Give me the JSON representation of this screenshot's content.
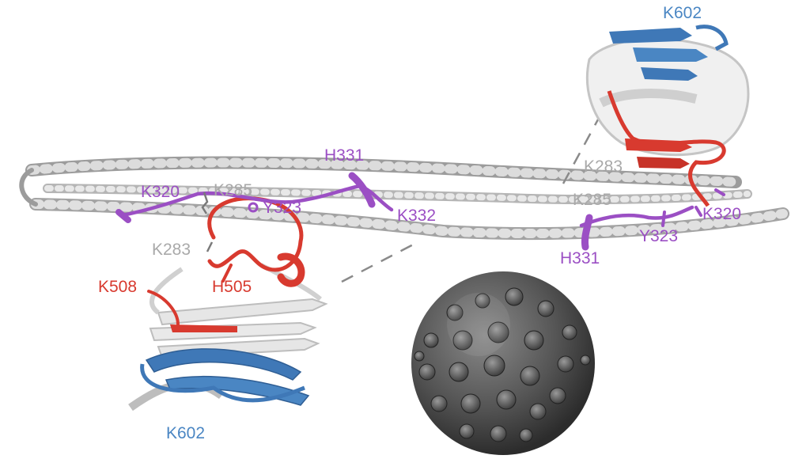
{
  "labels": {
    "k602_top": "K602",
    "k320_left": "K320",
    "k285_left": "K285",
    "y323_left": "Y323",
    "h331_top": "H331",
    "k332": "K332",
    "k283_right": "K283",
    "k285_right": "K285",
    "k320_right": "K320",
    "y323_right": "Y323",
    "h331_bottom": "H331",
    "k283_left": "K283",
    "h505": "H505",
    "k508": "K508",
    "k602_bottom": "K602"
  },
  "colors": {
    "helix": "#a6a6a6",
    "helix_light": "#d0d0d0",
    "loop_purple": "#9b4fc4",
    "loop_red": "#d83a2f",
    "sheet_blue": "#3f78b7",
    "sheet_white": "#e6e6e6",
    "capsid": "#555555"
  }
}
